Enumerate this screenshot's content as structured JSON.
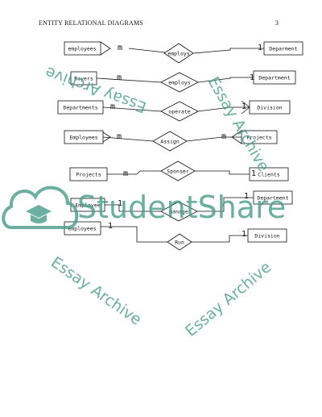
{
  "header": {
    "title": "ENTITY RELATIONAL DIAGRAMS",
    "page_number": "3"
  },
  "rows": [
    {
      "left": "employees",
      "relation": "employs",
      "right": "Deparment",
      "left_card": "m",
      "right_card": "1"
    },
    {
      "left": "Royers",
      "relation": "employs",
      "right": "Department",
      "left_card": "m",
      "right_card": "1"
    },
    {
      "left": "Departments",
      "relation": "operate",
      "right": "Division",
      "left_card": "m",
      "right_card": "1"
    },
    {
      "left": "Employees",
      "relation": "Assign",
      "right": "Projects",
      "left_card": "m",
      "right_card": "m"
    },
    {
      "left": "Projects",
      "relation": "Sponser",
      "right": "Clients",
      "left_card": "m",
      "right_card": "1"
    },
    {
      "left": "Employee",
      "relation": "manage",
      "right": "Department",
      "left_card": "1",
      "right_card": "1"
    },
    {
      "left": "employees",
      "relation": "Run",
      "right": "Division",
      "left_card": "1",
      "right_card": "1"
    }
  ],
  "watermark": {
    "brand": "StudentShare",
    "archive_text": "Essay Archive",
    "colors": {
      "watermark": "#4a9e8c"
    }
  }
}
